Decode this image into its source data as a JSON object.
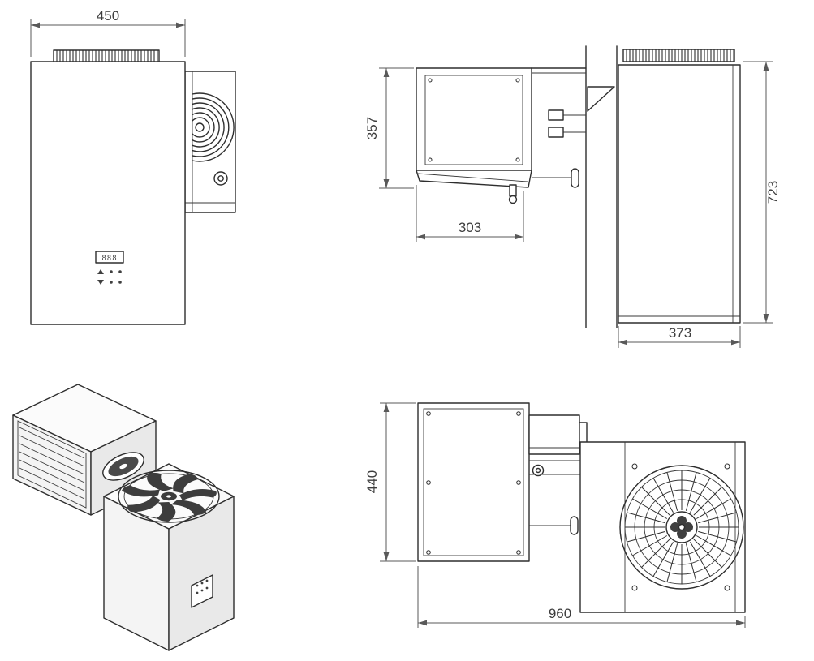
{
  "dimensions": {
    "front_width": "450",
    "evaporator_height": "357",
    "evaporator_depth": "303",
    "overall_height": "723",
    "condenser_depth": "373",
    "unit_width": "440",
    "overall_length": "960"
  },
  "controller": {
    "display": "888"
  },
  "colors": {
    "line": "#2e2e2e",
    "dimension": "#595959",
    "fan_blade": "#3d3d3d"
  }
}
